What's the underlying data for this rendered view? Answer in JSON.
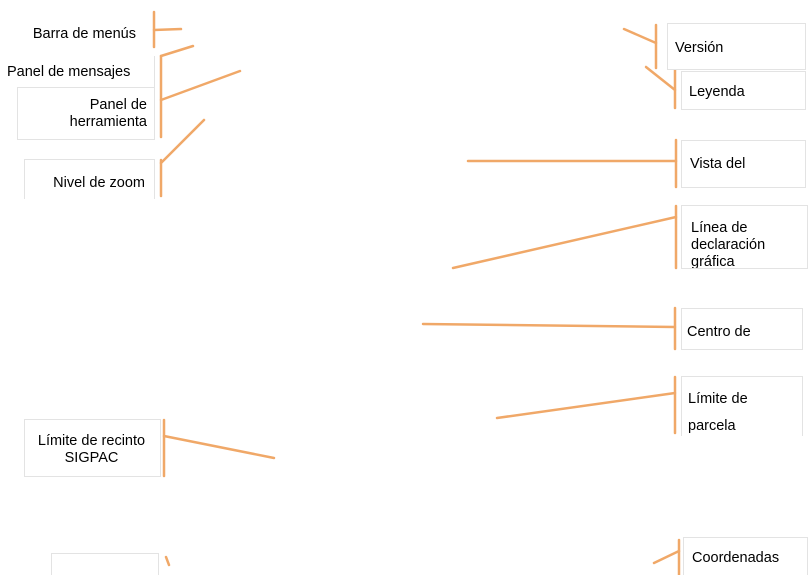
{
  "labels": {
    "barra_menus": "Barra de menús",
    "panel_mensajes": "Panel de mensajes",
    "panel_herramienta_1": "Panel de",
    "panel_herramienta_2": "herramienta",
    "nivel_zoom": "Nivel de zoom",
    "limite_recinto_1": "Límite de recinto",
    "limite_recinto_2": "SIGPAC",
    "version": "Versión",
    "leyenda": "Leyenda",
    "vista": "Vista del",
    "linea_1": "Línea de",
    "linea_2": "declaración",
    "linea_3": "gráfica",
    "centro": "Centro de",
    "limite_parcela_1": "Límite de",
    "limite_parcela_2": "parcela",
    "coordenadas": "Coordenadas"
  },
  "colors": {
    "connector": "#f0a868",
    "box_border": "#e3e3e3"
  }
}
